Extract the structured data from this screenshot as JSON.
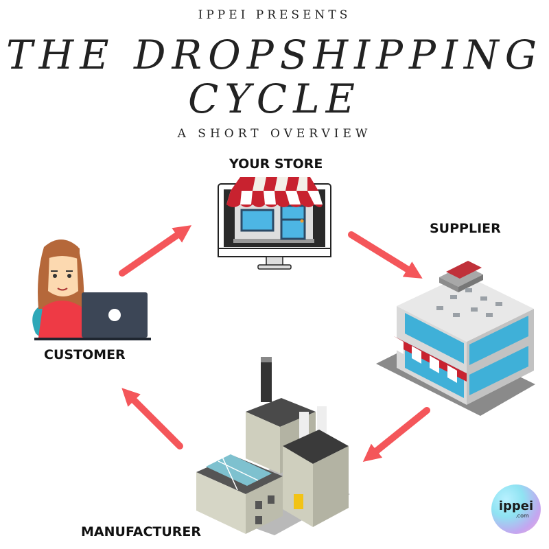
{
  "header": {
    "presents": "IPPEI PRESENTS",
    "title_line1": "THE DROPSHIPPING",
    "title_line2": "CYCLE",
    "subtitle": "A SHORT OVERVIEW"
  },
  "nodes": {
    "store": {
      "label": "YOUR STORE",
      "icon": "storefront-monitor-icon"
    },
    "supplier": {
      "label": "SUPPLIER",
      "icon": "supplier-building-icon"
    },
    "manufacturer": {
      "label": "MANUFACTURER",
      "icon": "factory-icon"
    },
    "customer": {
      "label": "CUSTOMER",
      "icon": "customer-laptop-icon"
    }
  },
  "colors": {
    "arrow": "#f4565a",
    "awning_red": "#c8222f",
    "screen": "#2a2a2a"
  },
  "brand": {
    "name": "ippei",
    "domain": ".com"
  }
}
